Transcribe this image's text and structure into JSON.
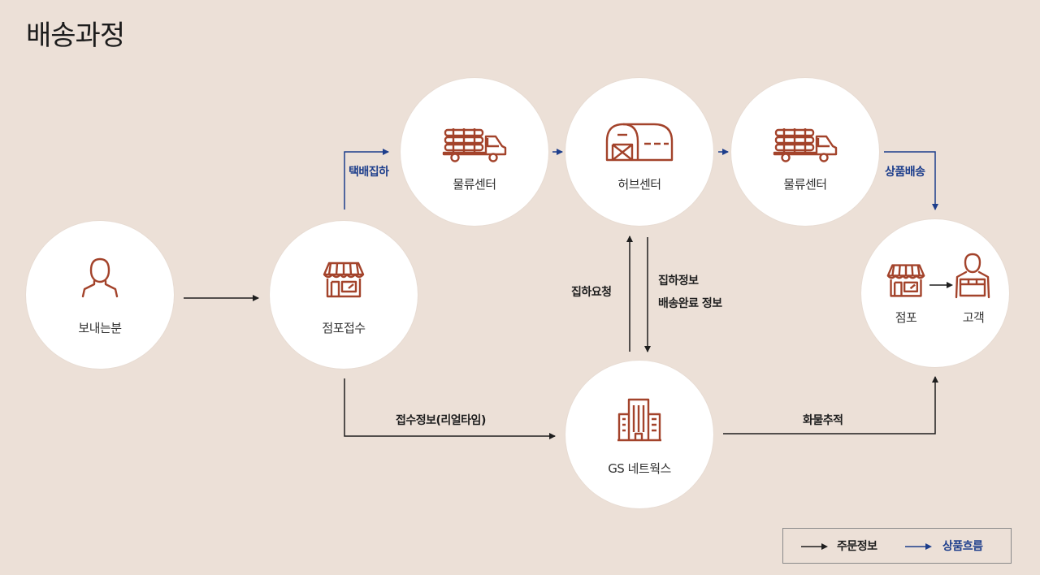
{
  "page": {
    "title": "배송과정"
  },
  "nodes": {
    "sender": {
      "label": "보내는분"
    },
    "store_receipt": {
      "label": "점포접수"
    },
    "logistics_center_1": {
      "label": "물류센터"
    },
    "hub_center": {
      "label": "허브센터"
    },
    "logistics_center_2": {
      "label": "물류센터"
    },
    "gs_networks": {
      "label": "GS 네트웍스"
    },
    "destination": {
      "store_label": "점포",
      "customer_label": "고객"
    }
  },
  "edges": {
    "parcel_pickup": "택배집하",
    "product_delivery": "상품배송",
    "pickup_request": "집하요청",
    "pickup_info": "집하정보",
    "delivery_complete_info": "배송완료 정보",
    "receipt_info_realtime": "접수정보(리얼타임)",
    "cargo_tracking": "화물추적"
  },
  "legend": {
    "order_info": "주문정보",
    "product_flow": "상품흐름"
  },
  "colors": {
    "background": "#ece0d7",
    "icon_brown": "#a3432b",
    "blue_flow": "#1d3e8c",
    "black_flow": "#1e1e1e"
  },
  "icons": [
    "person-icon",
    "store-icon",
    "truck-icon",
    "warehouse-icon",
    "building-icon",
    "customer-box-icon"
  ]
}
